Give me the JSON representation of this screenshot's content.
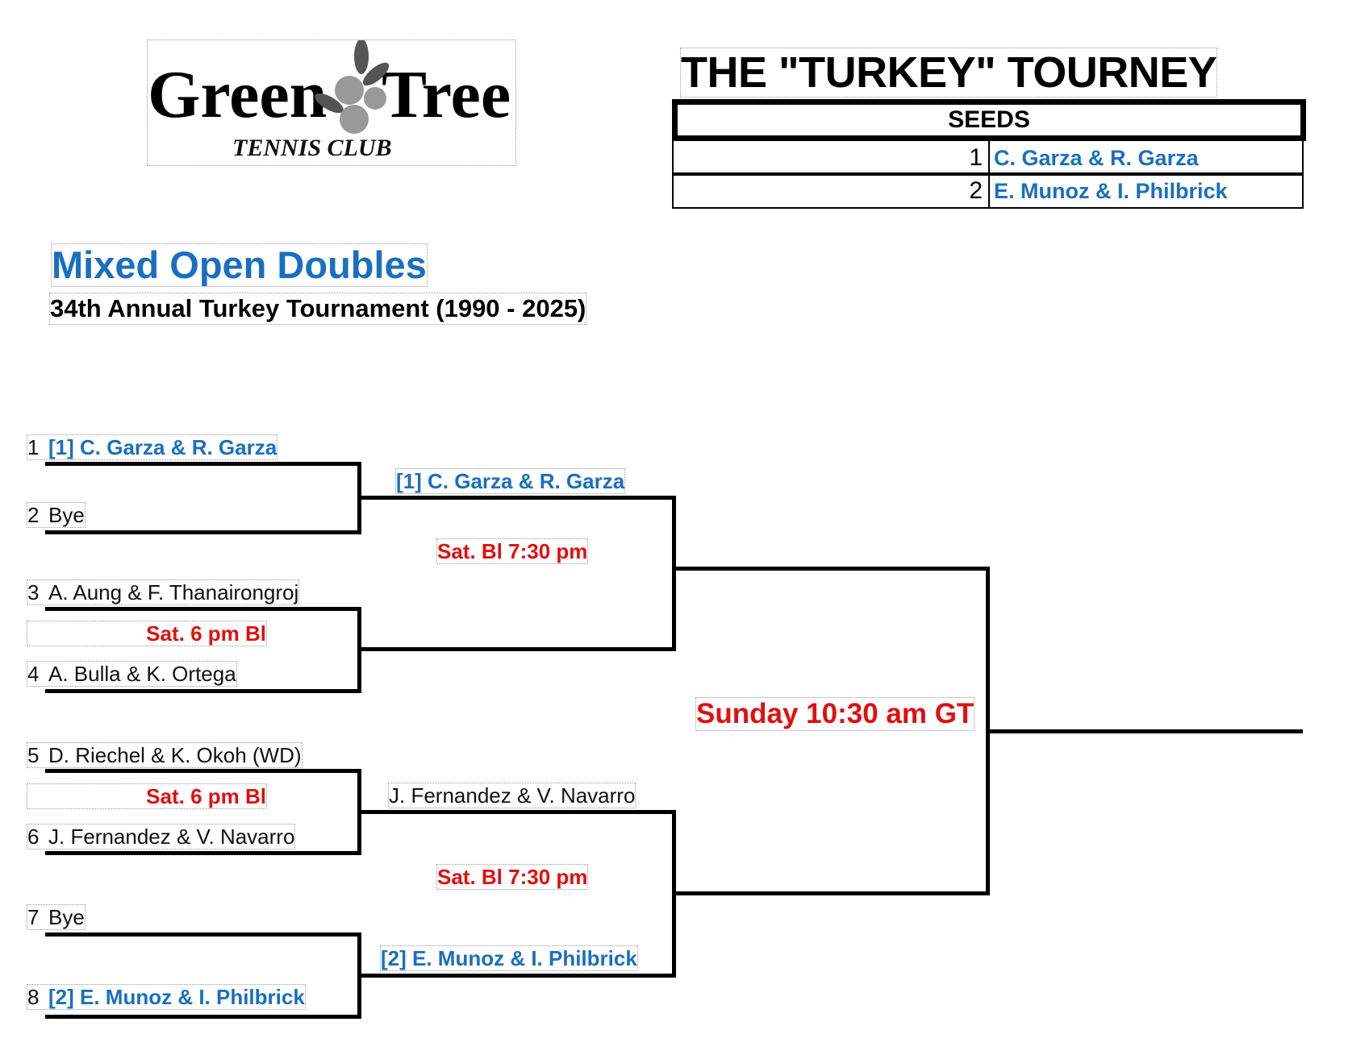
{
  "logo": {
    "name": "Green Tree",
    "subtitle": "TENNIS CLUB"
  },
  "title": "THE \"TURKEY\" TOURNEY",
  "seeds": {
    "header": "SEEDS",
    "rows": [
      {
        "seed": "1",
        "team": "C. Garza & R. Garza"
      },
      {
        "seed": "2",
        "team": "E. Munoz & I. Philbrick"
      }
    ]
  },
  "event": {
    "name": "Mixed Open Doubles",
    "subtitle": "34th Annual Turkey Tournament (1990 - 2025)"
  },
  "round1": [
    {
      "num": "1",
      "team": "[1] C. Garza & R. Garza"
    },
    {
      "num": "2",
      "team": "Bye"
    },
    {
      "num": "3",
      "team": "A. Aung & F. Thanairongroj"
    },
    {
      "num": "4",
      "team": "A. Bulla & K. Ortega"
    },
    {
      "num": "5",
      "team": "D. Riechel & K. Okoh (WD)"
    },
    {
      "num": "6",
      "team": "J. Fernandez & V. Navarro"
    },
    {
      "num": "7",
      "team": "Bye"
    },
    {
      "num": "8",
      "team": "[2] E. Munoz & I. Philbrick"
    }
  ],
  "round1_schedule": [
    "Sat. 6 pm Bl",
    "Sat. 6 pm Bl"
  ],
  "round2": [
    "[1] C. Garza & R. Garza",
    "J. Fernandez & V. Navarro",
    "[2] E. Munoz & I. Philbrick"
  ],
  "round2_schedule": [
    "Sat. Bl 7:30 pm",
    "Sat. Bl 7:30 pm"
  ],
  "final_schedule": "Sunday 10:30 am GT",
  "colors": {
    "seeded": "#1a6fbf",
    "schedule": "#e01010"
  }
}
